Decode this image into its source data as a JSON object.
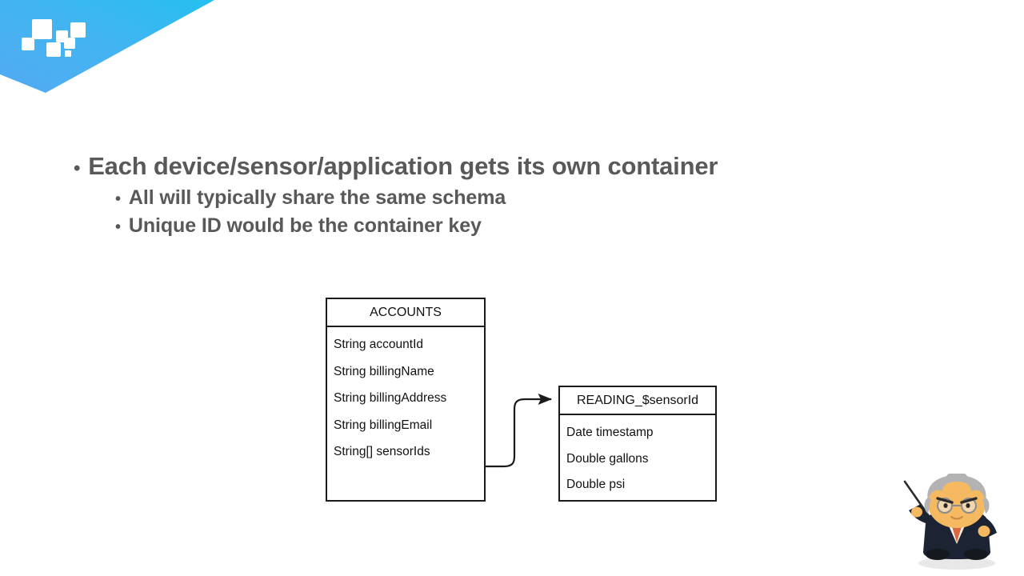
{
  "slide": {
    "background_color": "#ffffff",
    "banner": {
      "name": "decorative-corner-banner",
      "gradient_start": "#53AAF2",
      "gradient_end": "#25BFF0",
      "logo_name": "squares-logo"
    },
    "bullets": [
      {
        "level": 1,
        "marker": "•",
        "text": "Each device/sensor/application gets its own container"
      },
      {
        "level": 2,
        "marker": "•",
        "text": "All will typically share the same schema"
      },
      {
        "level": 2,
        "marker": "•",
        "text": "Unique ID would be the container key"
      }
    ],
    "text_color": "#595959"
  },
  "diagram": {
    "type": "entity-relationship",
    "entities": [
      {
        "id": "accounts",
        "title": "ACCOUNTS",
        "fields": [
          "String accountId",
          "String billingName",
          "String billingAddress",
          "String billingEmail",
          "String[] sensorIds"
        ]
      },
      {
        "id": "reading",
        "title": "READING_$sensorId",
        "fields": [
          "Date timestamp",
          "Double gallons",
          "Double psi"
        ]
      }
    ],
    "connector": {
      "name": "accounts-to-reading-arrow",
      "from": "accounts",
      "to": "reading",
      "style": "curved-arrow",
      "color": "#1a1a1a"
    },
    "border_color": "#1a1a1a"
  },
  "mascot": {
    "name": "professor-character",
    "description": "cartoon professor with pointer",
    "hair_color": "#b3b3b3",
    "skin_color": "#f5b961",
    "suit_color": "#1c2433",
    "tie_color": "#d9663d"
  }
}
